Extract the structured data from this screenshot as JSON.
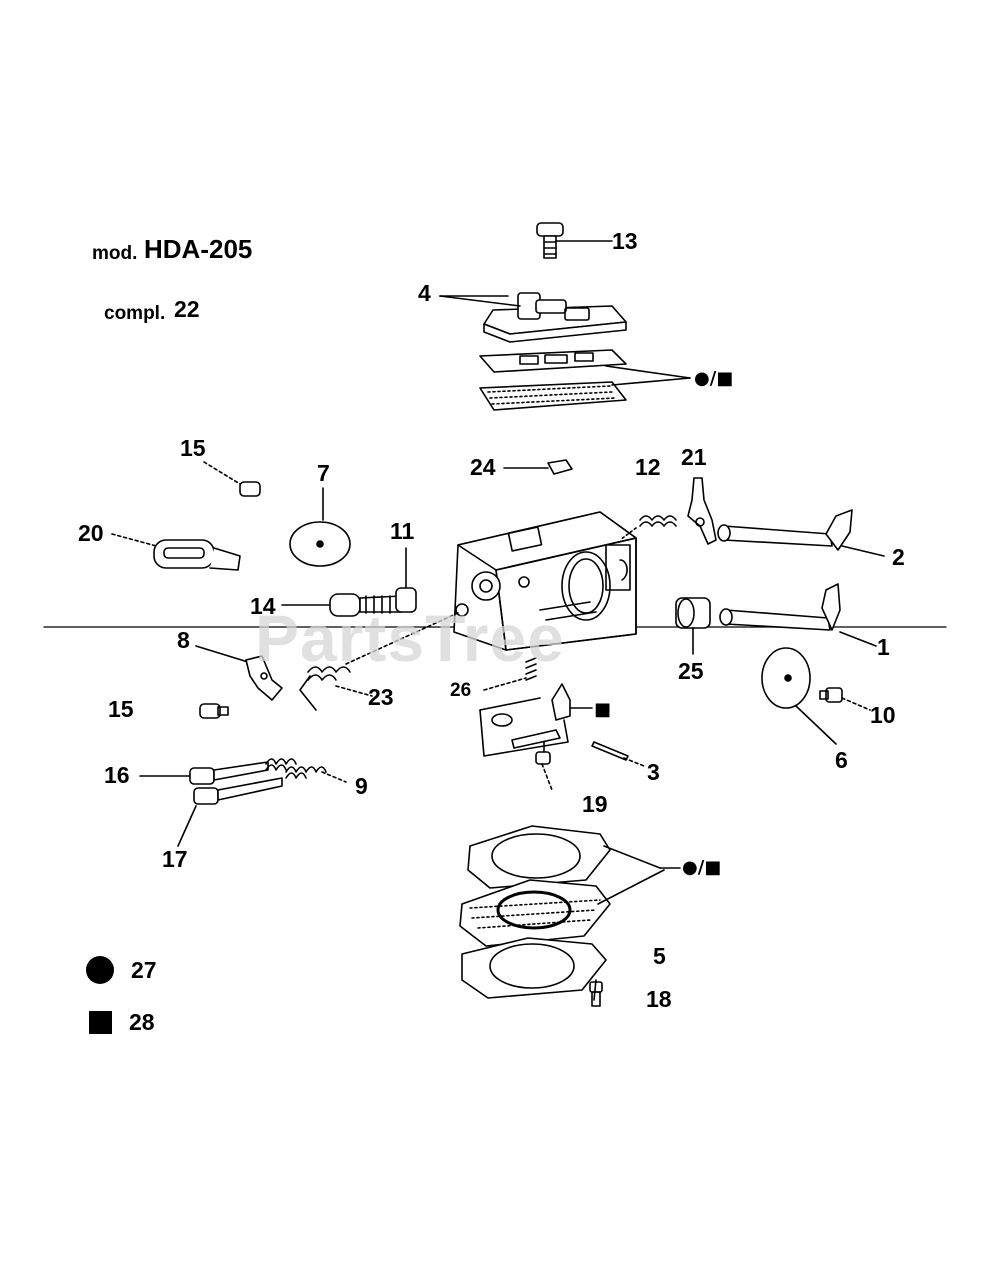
{
  "header": {
    "mod_prefix": "mod.",
    "model": "HDA-205",
    "compl_prefix": "compl.",
    "compl_number": "22"
  },
  "watermark": "PartsTree",
  "callouts": {
    "c1": "1",
    "c2": "2",
    "c3": "3",
    "c4": "4",
    "c5": "5",
    "c6": "6",
    "c7": "7",
    "c8": "8",
    "c9": "9",
    "c10": "10",
    "c11": "11",
    "c12": "12",
    "c13": "13",
    "c14": "14",
    "c15a": "15",
    "c15b": "15",
    "c16": "16",
    "c17": "17",
    "c18": "18",
    "c19": "19",
    "c20": "20",
    "c21": "21",
    "c23": "23",
    "c24": "24",
    "c25": "25",
    "c26": "26"
  },
  "kit_symbols": {
    "both": "●/■",
    "square": "■"
  },
  "legend": [
    {
      "symbol": "circle",
      "number": "27"
    },
    {
      "symbol": "square",
      "number": "28"
    }
  ]
}
